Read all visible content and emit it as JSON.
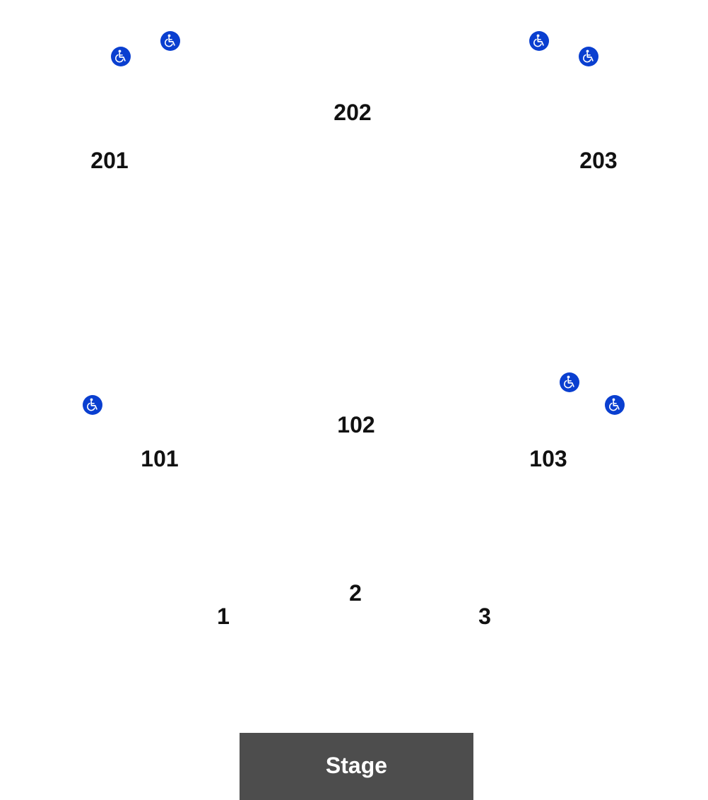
{
  "map": {
    "sections": [
      {
        "id": "201",
        "label": "201"
      },
      {
        "id": "202",
        "label": "202"
      },
      {
        "id": "203",
        "label": "203"
      },
      {
        "id": "101",
        "label": "101"
      },
      {
        "id": "102",
        "label": "102"
      },
      {
        "id": "103",
        "label": "103"
      },
      {
        "id": "1",
        "label": "1"
      },
      {
        "id": "2",
        "label": "2"
      },
      {
        "id": "3",
        "label": "3"
      }
    ],
    "accessible_seats": {
      "icon": "wheelchair-icon",
      "color": "#0a3fd0",
      "count": 7
    },
    "stage": {
      "label": "Stage",
      "color": "#4d4d4d"
    },
    "colors": {
      "label_text": "#111111",
      "stage_text": "#ffffff",
      "background": "#ffffff"
    }
  }
}
